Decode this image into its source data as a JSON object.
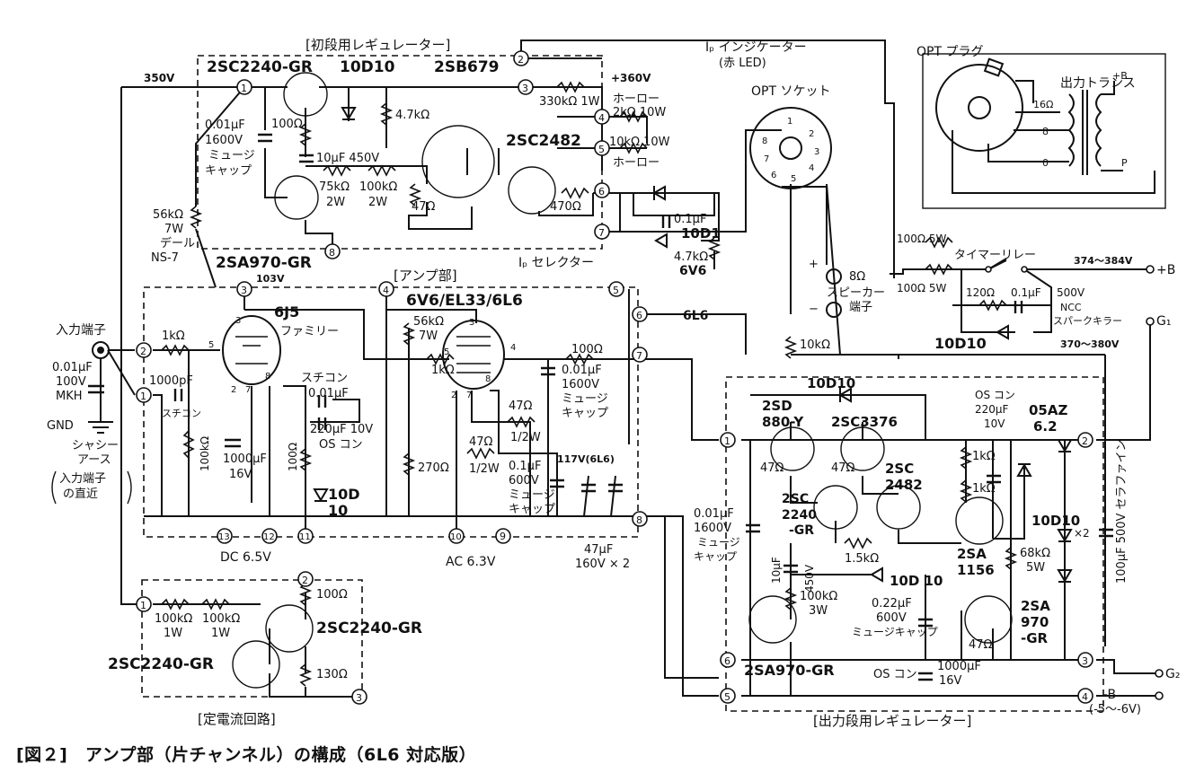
{
  "figure": {
    "caption": "[図２]　アンプ部（片チャンネル）の構成（6L6 対応版）"
  },
  "blocks": {
    "first_stage_regulator": "[初段用レギュレーター]",
    "amp_section": "[アンプ部]",
    "constant_current": "[定電流回路]",
    "output_stage_regulator": "[出力段用レギュレーター]"
  },
  "voltages": {
    "v350": "350V",
    "v360": "+360V",
    "v103": "103V",
    "v117": "117V(6L6)",
    "v374": "374～384V",
    "v370": "370～380V",
    "dc65": "DC 6.5V",
    "ac63": "AC 6.3V",
    "neg_b": "-B",
    "neg_b_range": "(-5～-6V)",
    "plus_b": "+B",
    "g1": "G₁",
    "g2": "G₂"
  },
  "semiconductors": {
    "q1": "2SC2240-GR",
    "d1": "10D10",
    "q2": "2SB679",
    "q3": "2SC2482",
    "q4": "2SA970-GR",
    "d_led": "10D1",
    "cc_q1": "2SC2240-GR",
    "cc_q2": "2SC2240-GR",
    "or_d1": "10D10",
    "or_q1a": "2SD",
    "or_q1b": "880-Y",
    "or_q2": "2SC3376",
    "or_q3a": "2SC",
    "or_q3b": "2482",
    "or_q4a": "2SC",
    "or_q4b": "2240",
    "or_q4c": "-GR",
    "or_q5a": "2SA",
    "or_q5b": "1156",
    "or_d2": "10D 10",
    "or_q6": "2SA970-GR",
    "or_q7a": "2SA",
    "or_q7b": "970",
    "or_q7c": "-GR",
    "or_zener_a": "05AZ",
    "or_zener_b": "6.2",
    "or_d3a": "10D10",
    "or_d3b": "×2",
    "spark_d": "10D10",
    "amp_d_a": "10D",
    "amp_d_b": "10"
  },
  "tubes": {
    "tube1": "6J5",
    "tube1_family": "ファミリー",
    "tube2": "6V6/EL33/6L6"
  },
  "components": {
    "r100_q1": "100Ω",
    "r47k": "4.7kΩ",
    "c001_1600": "0.01μF",
    "c001_1600v": "1600V",
    "myuji_1": "ミュージ",
    "myuji_2": "キャップ",
    "c10u_450": "10μF 450V",
    "r75k": "75kΩ",
    "r75k_w": "2W",
    "r100k": "100kΩ",
    "r100k_w": "2W",
    "r47_q2": "47Ω",
    "r330k": "330kΩ 1W",
    "r2k": "2kΩ 10W",
    "r10k10w": "10kΩ 10W",
    "horo": "ホーロー",
    "horo2": "ホーロー",
    "r470": "470Ω",
    "c01": "0.1μF",
    "r47k_sel": "4.7kΩ",
    "sel_6v6": "6V6",
    "sel_6l6": "6L6",
    "r56k_1": "56kΩ",
    "r56k_1w": "7W",
    "dale": "デール",
    "dale_ns": "NS-7",
    "r1k_in": "1kΩ",
    "c1000p": "1000pF",
    "stycon": "スチコン",
    "r100k_grid": "100kΩ",
    "stycon2": "スチコン",
    "c001_b": "0.01μF",
    "c220u": "220μF 10V",
    "oscon": "OS コン",
    "c1000u": "1000μF",
    "c1000u_v": "16V",
    "r100_k": "100Ω",
    "r56k_2": "56kΩ",
    "r56k_2w": "7W",
    "r1k_g": "1kΩ",
    "r270": "270Ω",
    "r100_g2": "100Ω",
    "c001_c": "0.01μF",
    "c001_cv": "1600V",
    "myuji_3": "ミュージ",
    "myuji_4": "キャップ",
    "r47_a": "47Ω",
    "r47_aw": "1/2W",
    "r47_b": "47Ω",
    "r47_bw": "1/2W",
    "c01_600": "0.1μF",
    "c01_600v": "600V",
    "myuji_5": "ミュージ",
    "myuji_6": "キャップ",
    "c47u": "47μF",
    "c47u_v": "160V × 2",
    "cc_r100k_a": "100kΩ",
    "cc_r100k_aw": "1W",
    "cc_r100k_b": "100kΩ",
    "cc_r100k_bw": "1W",
    "cc_r100": "100Ω",
    "cc_r130": "130Ω",
    "in_c": "0.01μF",
    "in_cv": "100V",
    "in_ct": "MKH",
    "gnd": "GND",
    "chassis_1": "シャシー",
    "chassis_2": "アース",
    "near_1": "入力端子",
    "near_2": "の直近",
    "r100_5w_a": "100Ω 5W",
    "r100_5w_b": "100Ω 5W",
    "timer": "タイマーリレー",
    "r120": "120Ω",
    "c01_spark": "0.1μF",
    "spark_v": "500V",
    "ncc": "NCC",
    "spark_killer": "スパークキラー",
    "r10k_spk": "10kΩ",
    "spk_ohm": "8Ω",
    "spk_1": "スピーカー",
    "spk_2": "端子",
    "or_c001": "0.01μF",
    "or_c001v": "1600V",
    "or_myuji_1": "ミュージ",
    "or_myuji_2": "キャップ",
    "or_r47_a": "47Ω",
    "or_r47_b": "47Ω",
    "or_r1k_a": "1kΩ",
    "or_r1k_b": "1kΩ",
    "or_oscon": "OS コン",
    "or_oscon_v": "220μF",
    "or_oscon_v2": "10V",
    "or_r15k": "1.5kΩ",
    "or_c10u": "10μF",
    "or_c10u_v": "450V",
    "or_r100k": "100kΩ",
    "or_r100k_w": "3W",
    "or_c022": "0.22μF",
    "or_c022_v": "600V",
    "or_c022_t": "ミュージキャップ",
    "or_r68k": "68kΩ",
    "or_r68k_w": "5W",
    "or_r47_c": "47Ω",
    "or_c100u": "100μF 500V セラファイン",
    "or_c1000u_t": "OS コン",
    "or_c1000u": "1000μF",
    "or_c1000u_v": "16V"
  },
  "labels": {
    "input_terminal": "入力端子",
    "ip_indicator_1": "Iₚ インジケーター",
    "ip_indicator_2": "(赤 LED)",
    "opt_socket": "OPT ソケット",
    "opt_plug": "OPT プラグ",
    "output_trans": "出力トランス",
    "ip_selector": "Iₚ セレクター",
    "trans_16": "16Ω",
    "trans_8": "8",
    "trans_0": "0",
    "trans_b": "+B",
    "trans_p": "P",
    "spk_plus": "+",
    "spk_minus": "−"
  },
  "nodes": [
    "1",
    "2",
    "3",
    "4",
    "5",
    "6",
    "7",
    "8",
    "9",
    "10",
    "11",
    "12",
    "13"
  ],
  "pins": {
    "socket": [
      "1",
      "2",
      "3",
      "4",
      "5",
      "6",
      "7",
      "8"
    ],
    "tube1": [
      "3",
      "5",
      "2",
      "7",
      "8"
    ],
    "tube2": [
      "3",
      "4",
      "5",
      "2",
      "7",
      "8"
    ]
  }
}
